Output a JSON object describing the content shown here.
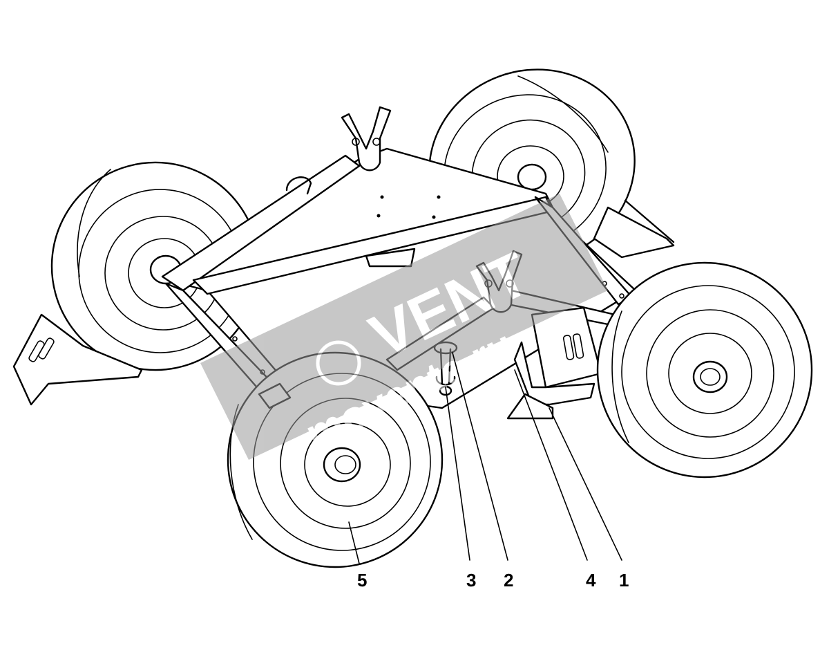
{
  "callouts": [
    {
      "id": "5",
      "label": "5"
    },
    {
      "id": "3",
      "label": "3"
    },
    {
      "id": "2",
      "label": "2"
    },
    {
      "id": "4",
      "label": "4"
    },
    {
      "id": "1",
      "label": "1"
    }
  ],
  "watermark": {
    "brand": "VENT",
    "site": "movente.ru"
  },
  "colors": {
    "line": "#000000",
    "background": "#ffffff",
    "watermark_band": "#9a9a9a"
  }
}
